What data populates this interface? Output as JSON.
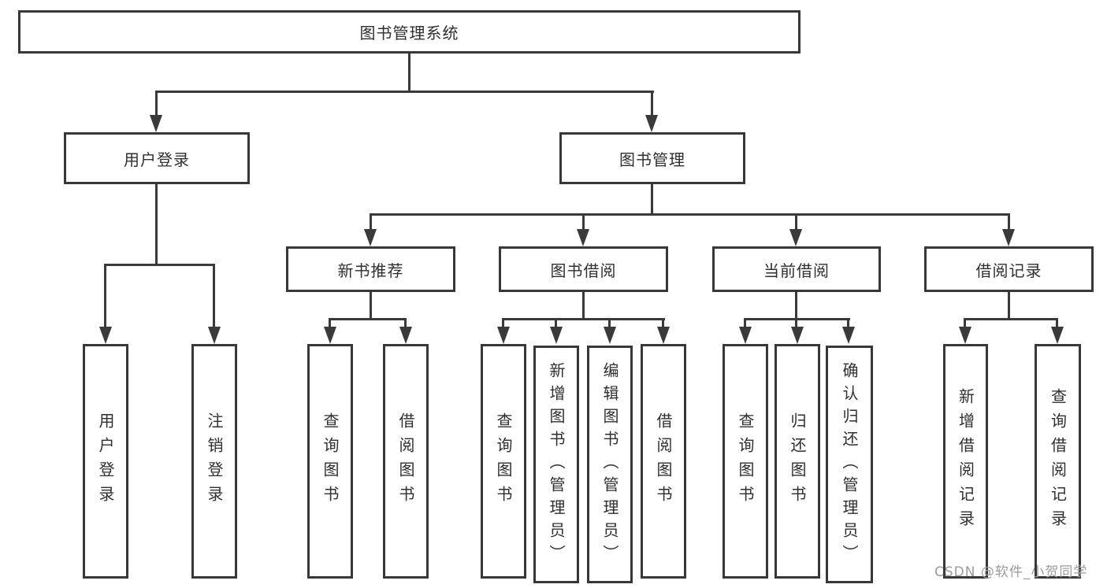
{
  "root": {
    "label": "图书管理系统",
    "children": [
      {
        "label": "用户登录",
        "children": [
          {
            "label": "用户登录"
          },
          {
            "label": "注销登录"
          }
        ]
      },
      {
        "label": "图书管理",
        "children": [
          {
            "label": "新书推荐",
            "children": [
              {
                "label": "查询图书"
              },
              {
                "label": "借阅图书"
              }
            ]
          },
          {
            "label": "图书借阅",
            "children": [
              {
                "label": "查询图书"
              },
              {
                "label": "新增图书（管理员）"
              },
              {
                "label": "编辑图书（管理员）"
              },
              {
                "label": "借阅图书"
              }
            ]
          },
          {
            "label": "当前借阅",
            "children": [
              {
                "label": "查询图书"
              },
              {
                "label": "归还图书"
              },
              {
                "label": "确认归还（管理员）"
              }
            ]
          },
          {
            "label": "借阅记录",
            "children": [
              {
                "label": "新增借阅记录"
              },
              {
                "label": "查询借阅记录"
              }
            ]
          }
        ]
      }
    ]
  },
  "watermark": "CSDN @软件_小贺同学",
  "colors": {
    "line": "#3a3a3a",
    "border": "#383838",
    "text": "#2f2f2f",
    "watermark": "#9b9b9b",
    "background": "#ffffff"
  }
}
